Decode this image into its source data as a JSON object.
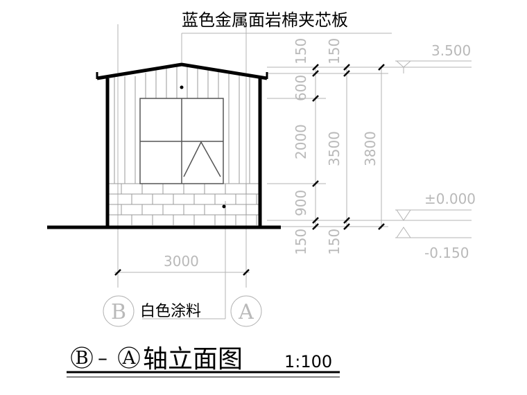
{
  "labels": {
    "material_top": "蓝色金属面岩棉夹芯板",
    "material_bottom": "白色涂料"
  },
  "title": {
    "axis_from": "B",
    "dash": "–",
    "axis_to": "A",
    "name": "轴立面图",
    "scale": "1:100"
  },
  "axis_bubbles": {
    "left": "B",
    "right": "A"
  },
  "dimensions": {
    "col1": [
      "150",
      "600",
      "2000",
      "900",
      "150"
    ],
    "col2_top": "150",
    "col2_mid": "3500",
    "col2_bot": "150",
    "col3_total": "3800",
    "width": "3000"
  },
  "elevations": {
    "top": "3.500",
    "ground": "±0.000",
    "bottom": "-0.150"
  },
  "colors": {
    "line_dark": "#000000",
    "line_light": "#b3b3b3",
    "text_light": "#b9b9b9"
  }
}
